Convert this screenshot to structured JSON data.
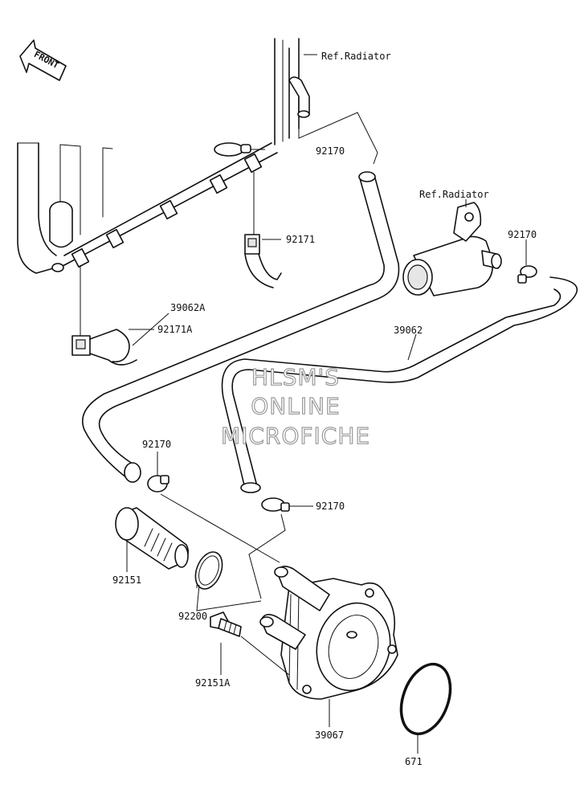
{
  "diagram": {
    "front_indicator": "FRONT",
    "watermark": [
      "HLSM'S",
      "ONLINE",
      "MICROFICHE"
    ],
    "refs": {
      "radiator_top": "Ref.Radiator",
      "radiator_side": "Ref.Radiator"
    },
    "callouts": {
      "c1": "92170",
      "c2": "92171",
      "c3": "92170",
      "c4": "39062A",
      "c5": "92171A",
      "c6": "39062",
      "c7": "92170",
      "c8": "92170",
      "c9": "92151",
      "c10": "92200",
      "c11": "92151A",
      "c12": "39067",
      "c13": "671"
    }
  }
}
